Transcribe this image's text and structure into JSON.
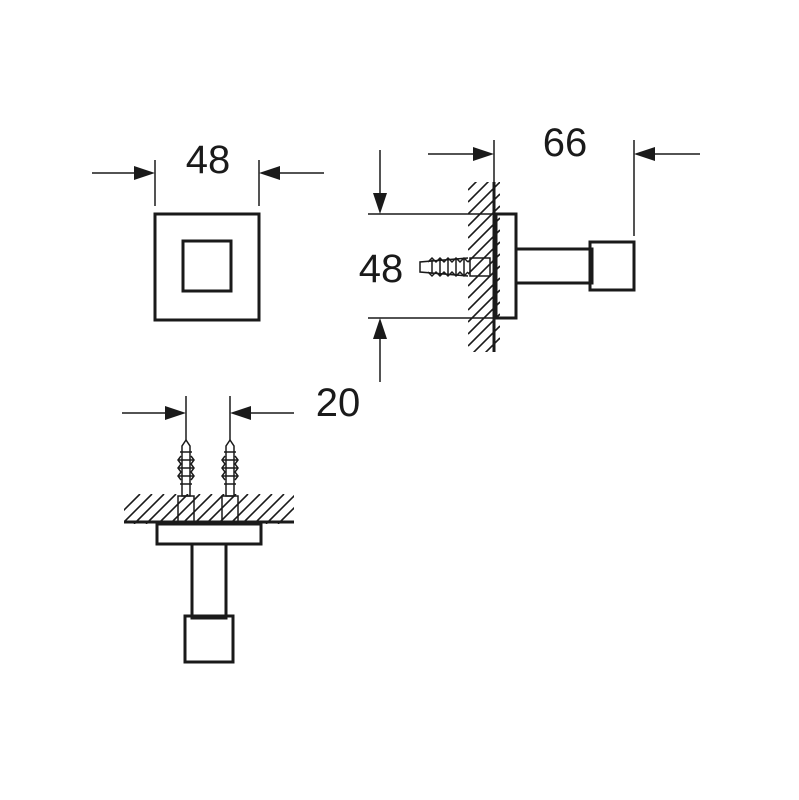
{
  "dimensions": {
    "front_width": "48",
    "side_depth": "66",
    "side_height": "48",
    "bottom_spacing": "20"
  }
}
